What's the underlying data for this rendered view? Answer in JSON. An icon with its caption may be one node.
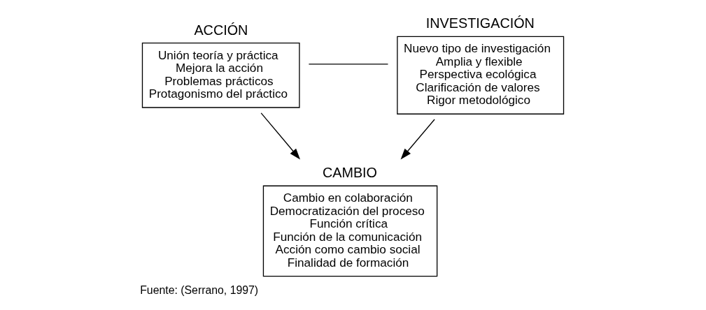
{
  "diagram": {
    "caption": "Fuente: (Serrano, 1997)",
    "nodes": [
      {
        "text": [
          "ACCIÓN",
          "Unión teoría y práctica",
          "Mejora la acción",
          "Problemas prácticos",
          "Protagonismo del práctico"
        ]
      },
      {
        "text": [
          "INVESTIGACIÓN",
          "Nuevo tipo de investigación",
          "Amplia y flexible",
          "Perspectiva ecológica",
          "Clarificación de valores",
          "Rigor metodológico"
        ]
      },
      {
        "text": [
          "CAMBIO",
          "Cambio en colaboración",
          "Democratización del proceso",
          "Función crítica",
          "Función de la comunicación",
          "Acción como cambio social",
          "Finalidad de formación"
        ]
      }
    ],
    "edges": [
      {
        "from": 0,
        "to": 1,
        "arrow": "none"
      },
      {
        "from": 0,
        "to": 2,
        "arrow": "to"
      },
      {
        "from": 1,
        "to": 2,
        "arrow": "to"
      }
    ]
  }
}
